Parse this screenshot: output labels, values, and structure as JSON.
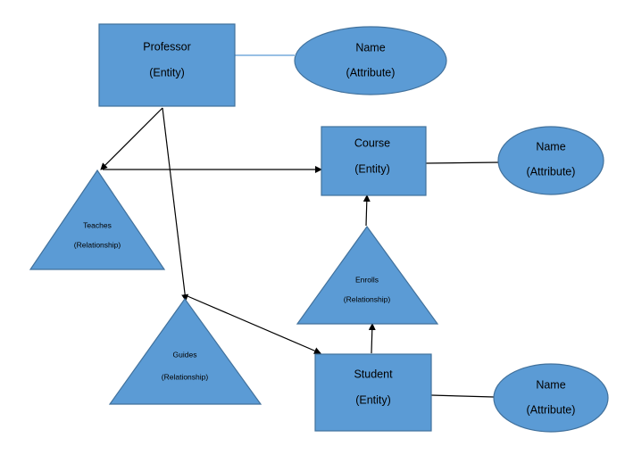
{
  "entities": {
    "professor": {
      "name": "Professor",
      "type": "(Entity)"
    },
    "course": {
      "name": "Course",
      "type": "(Entity)"
    },
    "student": {
      "name": "Student",
      "type": "(Entity)"
    }
  },
  "attributes": {
    "professor_name": {
      "name": "Name",
      "type": "(Attribute)"
    },
    "course_name": {
      "name": "Name",
      "type": "(Attribute)"
    },
    "student_name": {
      "name": "Name",
      "type": "(Attribute)"
    }
  },
  "relationships": {
    "teaches": {
      "name": "Teaches",
      "type": "(Relationship)"
    },
    "enrolls": {
      "name": "Enrolls",
      "type": "(Relationship)"
    },
    "guides": {
      "name": "Guides",
      "type": "(Relationship)"
    }
  },
  "colors": {
    "shape_fill": "#5b9bd5",
    "shape_stroke": "#41719c",
    "connector": "#000000",
    "attribute_connector": "#5b9bd5"
  }
}
